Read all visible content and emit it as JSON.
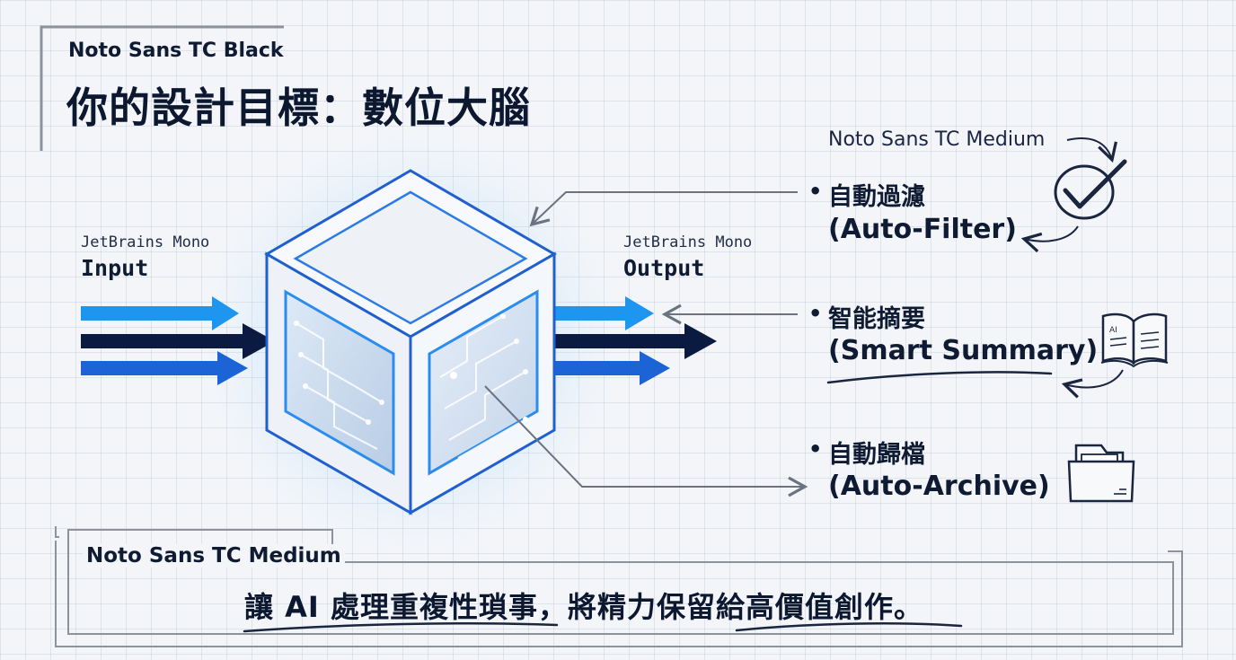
{
  "header": {
    "font_label": "Noto Sans TC Black",
    "title": "你的設計目標：數位大腦"
  },
  "input": {
    "font_label": "JetBrains Mono",
    "label": "Input"
  },
  "output": {
    "font_label": "JetBrains Mono",
    "label": "Output"
  },
  "features": {
    "font_label": "Noto Sans TC Medium",
    "items": [
      {
        "zh": "自動過濾",
        "en": "(Auto-Filter)",
        "icon": "checkmark-circle-icon"
      },
      {
        "zh": "智能摘要",
        "en": "(Smart Summary)",
        "icon": "open-book-icon"
      },
      {
        "zh": "自動歸檔",
        "en": "(Auto-Archive)",
        "icon": "folder-icon"
      }
    ]
  },
  "bottom": {
    "font_label": "Noto Sans TC Medium",
    "text": "讓 AI 處理重複性瑣事，將精力保留給高價值創作。"
  },
  "colors": {
    "navy": "#0f1b33",
    "light_blue": "#1e96f0",
    "mid_blue": "#1c63d6",
    "dark_navy": "#0b1a40",
    "glow": "#4fb4ff",
    "connector": "#6b7380"
  }
}
